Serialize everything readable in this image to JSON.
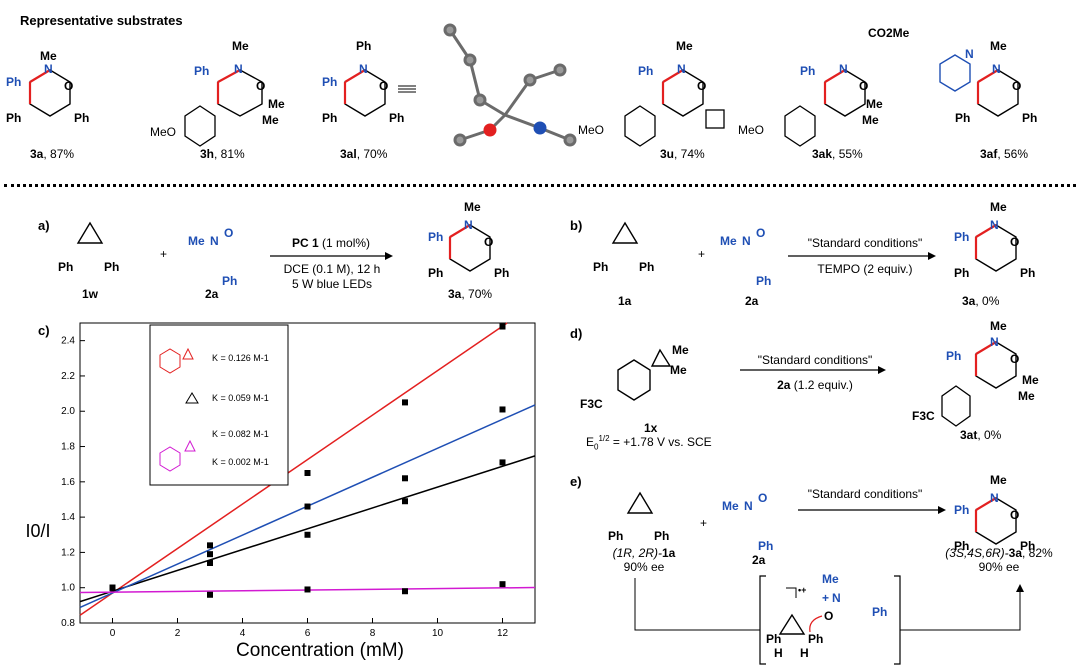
{
  "header": {
    "title": "Representative substrates"
  },
  "substrates": [
    {
      "code": "3a",
      "yield": ", 87%"
    },
    {
      "code": "3h",
      "yield": ", 81%"
    },
    {
      "code": "3al",
      "yield": ", 70%"
    },
    {
      "code": "3u",
      "yield": ", 74%"
    },
    {
      "code": "3ak",
      "yield": ", 55%"
    },
    {
      "code": "3af",
      "yield": ", 56%"
    }
  ],
  "atoms": {
    "ph": "Ph",
    "me": "Me",
    "n": "N",
    "o": "O",
    "meo": "MeO",
    "f3c": "F3C",
    "co2me": "CO2Me",
    "minus": "−",
    "plus": "+"
  },
  "panel_a": {
    "label": "a)",
    "reactant1": "1w",
    "reactant2": "2a",
    "plus": "+",
    "catalyst": "PC 1",
    "catalyst_loading": " (1 mol%)",
    "condition_line2": "DCE (0.1 M), 12 h",
    "condition_line3": "5 W blue LEDs",
    "product_code": "3a",
    "product_yield": ", 70%"
  },
  "panel_b": {
    "label": "b)",
    "reactant1": "1a",
    "reactant2": "2a",
    "plus": "+",
    "condition_line1": "\"Standard conditions\"",
    "condition_line2": "TEMPO (2 equiv.)",
    "product_code": "3a",
    "product_yield": ", 0%"
  },
  "panel_c": {
    "label": "c)"
  },
  "panel_d": {
    "label": "d)",
    "reactant_code": "1x",
    "potential_prefix": "E",
    "potential_sub": "0",
    "potential_sup": "1/2",
    "potential_value": " = +1.78 V vs. SCE",
    "condition_line1": "\"Standard conditions\"",
    "condition_reagent": "2a",
    "condition_amount": " (1.2 equiv.)",
    "product_code": "3at",
    "product_yield": ", 0%"
  },
  "panel_e": {
    "label": "e)",
    "condition_line1": "\"Standard conditions\"",
    "plus": "+",
    "reactant1_stereo": "(1R, 2R)-",
    "reactant1_code": "1a",
    "reactant1_ee": "90% ee",
    "reactant2_code": "2a",
    "product_stereo": "(3S,4S,6R)-",
    "product_code": "3a",
    "product_yield": ", 82%",
    "product_ee": "90% ee",
    "radical_cation": "•+",
    "h": "H"
  },
  "chart_data": {
    "type": "scatter",
    "xlabel": "Concentration (mM)",
    "ylabel": "I0/I",
    "xlim": [
      -1,
      13
    ],
    "ylim": [
      0.8,
      2.5
    ],
    "xticks": [
      0,
      2,
      4,
      6,
      8,
      10,
      12
    ],
    "yticks": [
      0.8,
      1.0,
      1.2,
      1.4,
      1.6,
      1.8,
      2.0,
      2.2,
      2.4
    ],
    "legend_placement": "top-left",
    "series": [
      {
        "label": "K = 0.126 M-1",
        "color": "#e32020",
        "slope": 0.126,
        "intercept": 0.97,
        "points": [
          [
            0,
            1.0
          ],
          [
            3,
            1.24
          ],
          [
            6,
            1.65
          ],
          [
            9,
            2.05
          ],
          [
            12,
            2.48
          ]
        ]
      },
      {
        "label": "K = 0.059 M-1",
        "color": "#000000",
        "slope": 0.059,
        "intercept": 0.98,
        "points": [
          [
            0,
            1.0
          ],
          [
            3,
            1.14
          ],
          [
            6,
            1.3
          ],
          [
            9,
            1.49
          ],
          [
            12,
            1.71
          ]
        ]
      },
      {
        "label": "K = 0.082 M-1",
        "color": "#1f4fb4",
        "slope": 0.082,
        "intercept": 0.97,
        "points": [
          [
            0,
            1.0
          ],
          [
            3,
            1.19
          ],
          [
            6,
            1.46
          ],
          [
            9,
            1.62
          ],
          [
            12,
            2.01
          ]
        ]
      },
      {
        "label": "K = 0.002 M-1",
        "color": "#d21ad2",
        "slope": 0.002,
        "intercept": 0.975,
        "points": [
          [
            0,
            1.0
          ],
          [
            3,
            0.96
          ],
          [
            6,
            0.99
          ],
          [
            9,
            0.98
          ],
          [
            12,
            1.02
          ]
        ]
      }
    ]
  }
}
